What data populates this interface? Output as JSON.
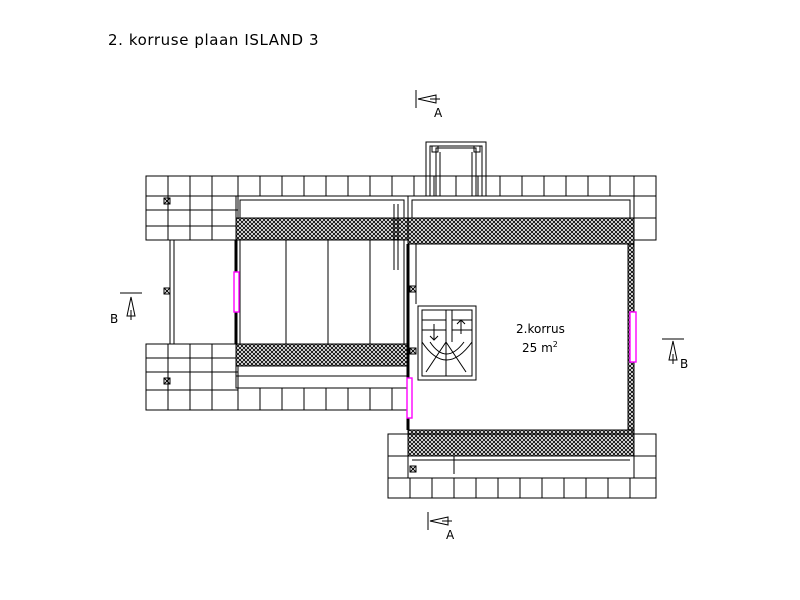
{
  "drawing": {
    "title": "2. korruse plaan ISLAND 3"
  },
  "room": {
    "name": "2.korrus",
    "area_value": "25 m",
    "area_unit_sup": "2"
  },
  "section_markers": {
    "a_top": "A",
    "a_bottom": "A",
    "b_left": "B",
    "b_right": "B"
  },
  "colors": {
    "lines": "#000000",
    "window_accent": "#ff00ff",
    "background": "#ffffff"
  }
}
